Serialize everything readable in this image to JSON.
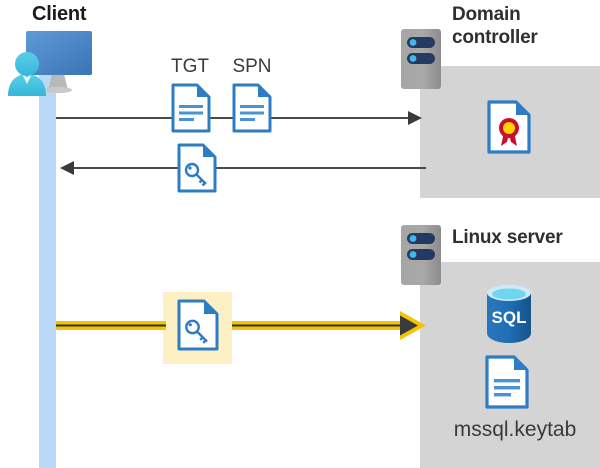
{
  "diagram": {
    "title_client": "Client",
    "title_domain_controller": "Domain controller",
    "title_domain_controller_line1": "Domain",
    "title_domain_controller_line2": "controller",
    "title_linux_server": "Linux server",
    "keytab_caption": "mssql.keytab",
    "doc_label_tgt": "TGT",
    "doc_label_spn": "SPN",
    "sql_label": "SQL",
    "icons": {
      "client": "client-workstation-icon",
      "server_rack": "server-rack-icon",
      "document_tgt": "document-icon",
      "document_spn": "document-icon",
      "document_key": "key-document-icon",
      "certificate": "certificate-document-icon",
      "database": "sql-database-icon",
      "keytab_document": "document-icon"
    },
    "flows": [
      {
        "name": "request-tgt-spn",
        "from": "Client",
        "to": "Domain controller",
        "direction": "right",
        "style": "thin-gray",
        "labels": [
          "TGT",
          "SPN"
        ]
      },
      {
        "name": "return-service-ticket",
        "from": "Domain controller",
        "to": "Client",
        "direction": "left",
        "style": "thin-gray",
        "labels": []
      },
      {
        "name": "present-keytab-credential",
        "from": "Client",
        "to": "Linux server",
        "direction": "right",
        "style": "thick-yellow-highlight",
        "labels": []
      }
    ],
    "colors": {
      "panel_gray": "#d4d4d4",
      "server_gray": "#9d9d9d",
      "lifeline_blue": "#bcd8f7",
      "doc_blue": "#2e7cc4",
      "doc_fold_blue": "#2e7cc4",
      "arrow_gray": "#4a4a4a",
      "arrow_yellow": "#f5c400",
      "highlight_yellow": "#fdf0c4",
      "sql_blue": "#1f6fb5",
      "sql_top_cyan": "#6fd6f0",
      "cert_red": "#c8102e",
      "cert_gold": "#ffd200",
      "person_cyan": "#41c0e0",
      "monitor_blue": "#3c7cc0",
      "heading_text": "#2f2f2f"
    }
  }
}
